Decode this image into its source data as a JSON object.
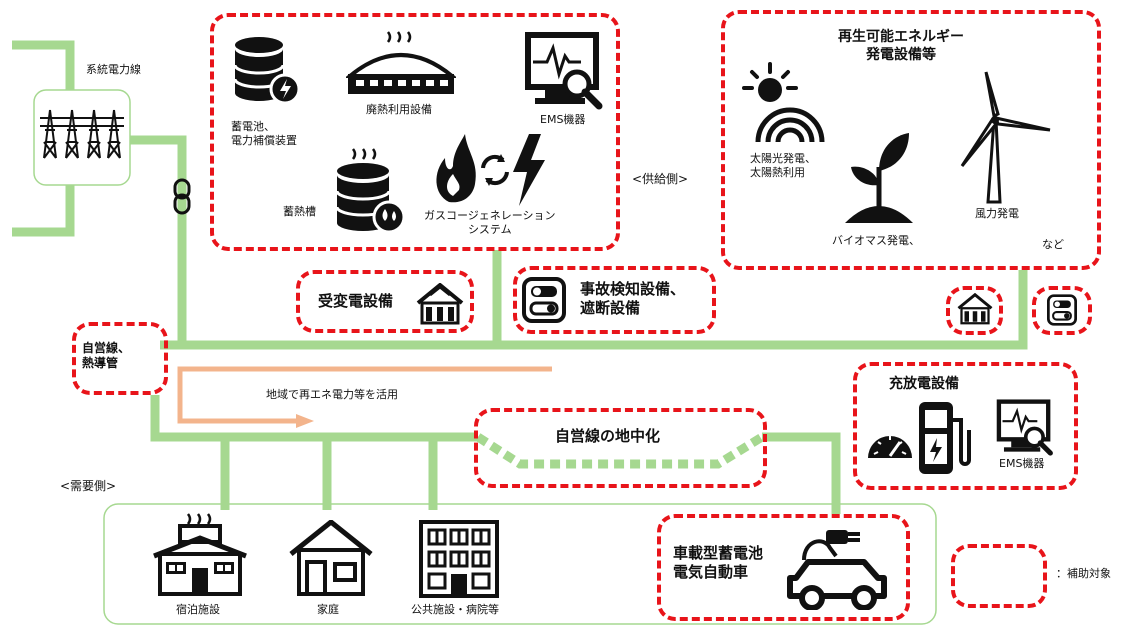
{
  "grid_line": {
    "label": "系統電力線"
  },
  "supply_box": {
    "storage_battery": "蓄電池、\n電力補償装置",
    "waste_heat": "廃熱利用設備",
    "ems": "EMS機器",
    "heat_storage": "蓄熱槽",
    "cogeneration": "ガスコージェネレーション\nシステム"
  },
  "supply_side": "<供給側>",
  "renewable_box": {
    "title": "再生可能エネルギー\n発電設備等",
    "solar": "太陽光発電、\n太陽熱利用",
    "biomass": "バイオマス発電、",
    "wind": "風力発電",
    "etc": "など"
  },
  "substation": "受変電設備",
  "fault_detection": "事故検知設備、\n遮断設備",
  "private_line": "自営線、\n熱導管",
  "flow_label": "地域で再エネ電力等を活用",
  "underground": "自営線の地中化",
  "charge_box": {
    "title": "充放電設備",
    "ems": "EMS機器"
  },
  "demand_side": "<需要側>",
  "demand": {
    "lodging": "宿泊施設",
    "home": "家庭",
    "public": "公共施設・病院等"
  },
  "ev_box": "車載型蓄電池\n電気自動車",
  "legend": "：補助対象",
  "colors": {
    "line": "#a6d890",
    "dash": "#e8141a",
    "arrow": "#f3b48c"
  }
}
